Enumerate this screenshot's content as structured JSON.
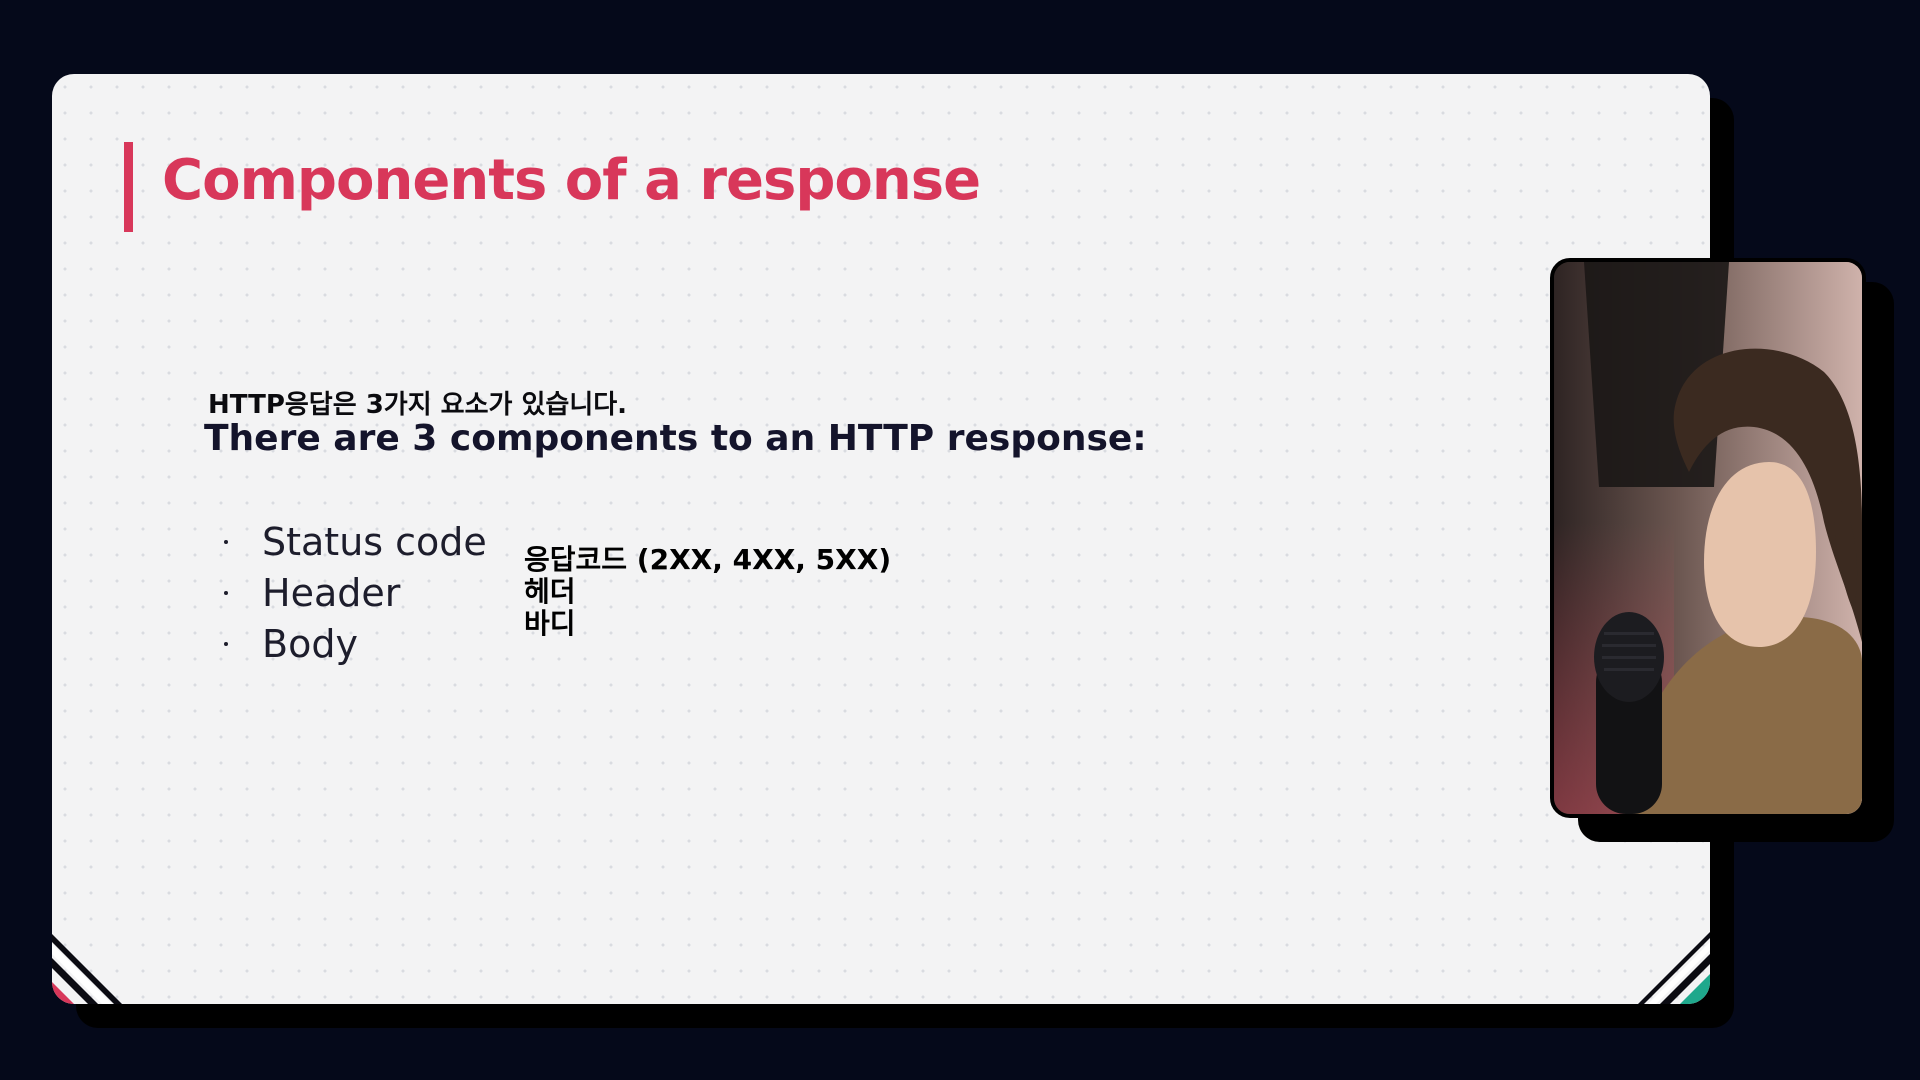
{
  "slide": {
    "title": "Components of a response",
    "subtitle_ko": "HTTP응답은 3가지 요소가 있습니다.",
    "subtitle_en": "There are 3 components to an HTTP response:",
    "bullets": [
      {
        "label": "Status code"
      },
      {
        "label": "Header"
      },
      {
        "label": "Body"
      }
    ],
    "translations": [
      "응답코드 (2XX, 4XX, 5XX)",
      "헤더",
      "바디"
    ]
  },
  "theme": {
    "background": "#05091a",
    "slide_bg": "#f3f3f4",
    "accent": "#d8375a",
    "teal": "#1fa88c"
  },
  "icons": {
    "corner_left": "diagonal-stripes-pink",
    "corner_right": "diagonal-stripes-teal"
  }
}
